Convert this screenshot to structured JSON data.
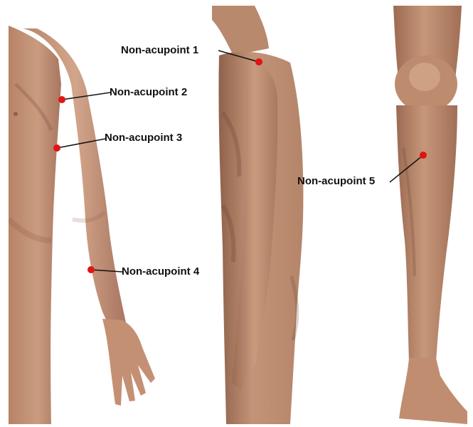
{
  "figure": {
    "points": [
      {
        "id": 1,
        "label": "Non-acupoint 1"
      },
      {
        "id": 2,
        "label": "Non-acupoint 2"
      },
      {
        "id": 3,
        "label": "Non-acupoint 3"
      },
      {
        "id": 4,
        "label": "Non-acupoint 4"
      },
      {
        "id": 5,
        "label": "Non-acupoint 5"
      }
    ],
    "colors": {
      "marker": "#e11414",
      "leader_line": "#111111",
      "skin_base": "#c49476",
      "skin_shadow": "#7d5440"
    }
  }
}
